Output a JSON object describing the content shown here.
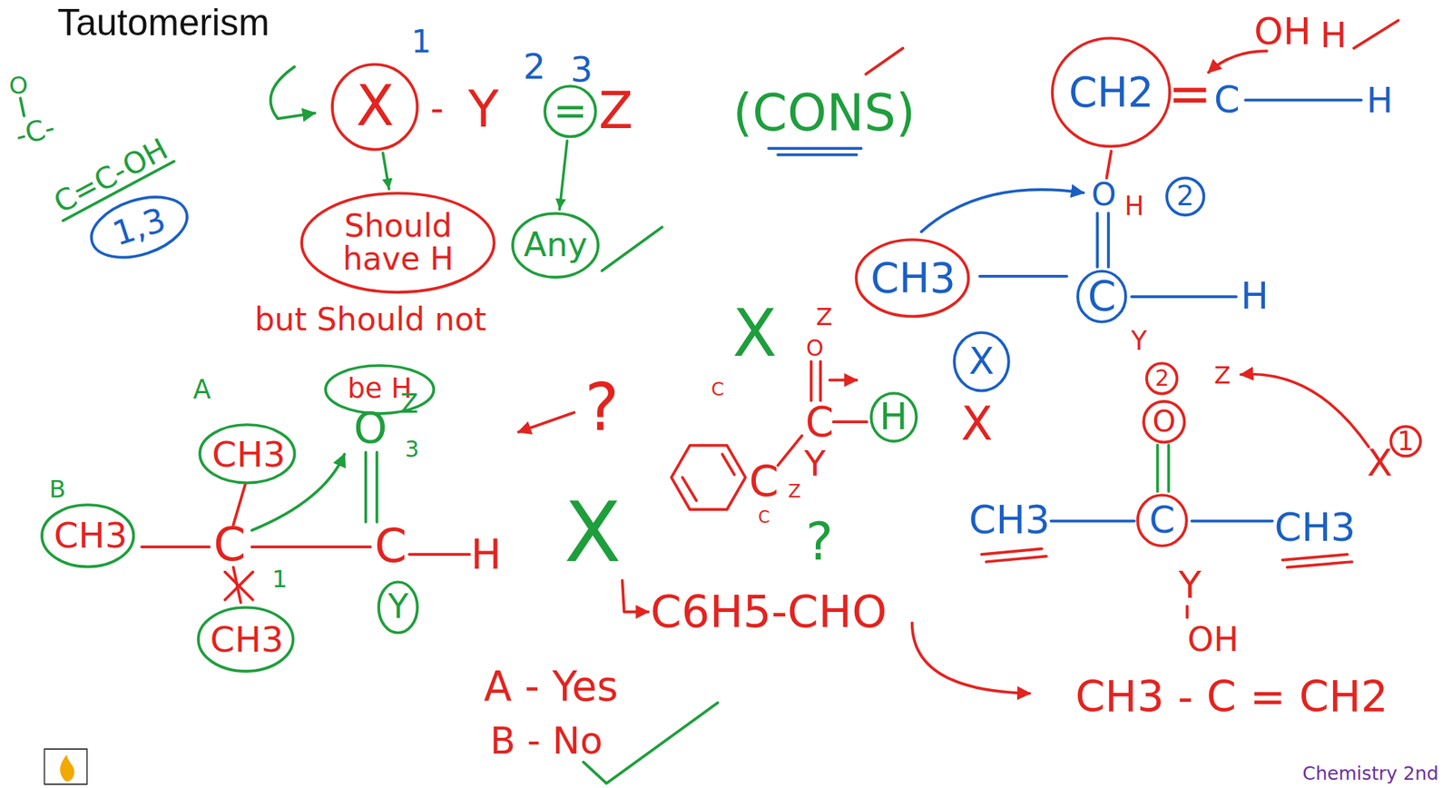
{
  "diagram": {
    "title": "Tautomerism",
    "nodes": [
      {
        "text": [
          "X"
        ]
      },
      {
        "text": [
          "="
        ]
      },
      {
        "text": [
          "Should have H"
        ]
      },
      {
        "text": [
          "Any"
        ]
      },
      {
        "text": [
          "1,3"
        ]
      },
      {
        "text": [
          "be H"
        ]
      },
      {
        "text": [
          "CH3"
        ]
      },
      {
        "text": [
          "CH3"
        ]
      },
      {
        "text": [
          "CH3"
        ]
      },
      {
        "text": [
          "Y"
        ]
      },
      {
        "text": [
          "H"
        ]
      },
      {
        "text": [
          "CH2"
        ]
      },
      {
        "text": [
          "CH3"
        ]
      },
      {
        "text": [
          "X"
        ]
      },
      {
        "text": [
          "C"
        ]
      },
      {
        "text": [
          "2"
        ]
      },
      {
        "text": [
          "C"
        ]
      }
    ],
    "edges": [
      {
        "from": 0,
        "to": 2,
        "arrow": "to"
      },
      {
        "from": 1,
        "to": 3,
        "arrow": "to"
      }
    ],
    "labels": [
      "O",
      "-C-",
      "C=C-OH",
      "1",
      "-",
      "Y",
      "2",
      "3",
      "Z",
      "(CONS)",
      "but Should not",
      "A",
      "B",
      "C",
      "1",
      "O",
      "Z",
      "3",
      "C",
      "H",
      "?",
      "X",
      "X",
      "Z",
      "O",
      "C",
      "C",
      "Y",
      "C",
      "Z",
      "C",
      "?",
      "C6H5-CHO",
      "X",
      "A - Yes",
      "B - No",
      "OH",
      "H",
      "=",
      "C",
      "H",
      "O",
      "H",
      "2",
      "H",
      "Y",
      "Z",
      "O",
      "CH3",
      "CH3",
      "X",
      "1",
      "Y",
      "OH",
      "CH3 - C = CH2",
      "Chemistry 2nd"
    ]
  }
}
